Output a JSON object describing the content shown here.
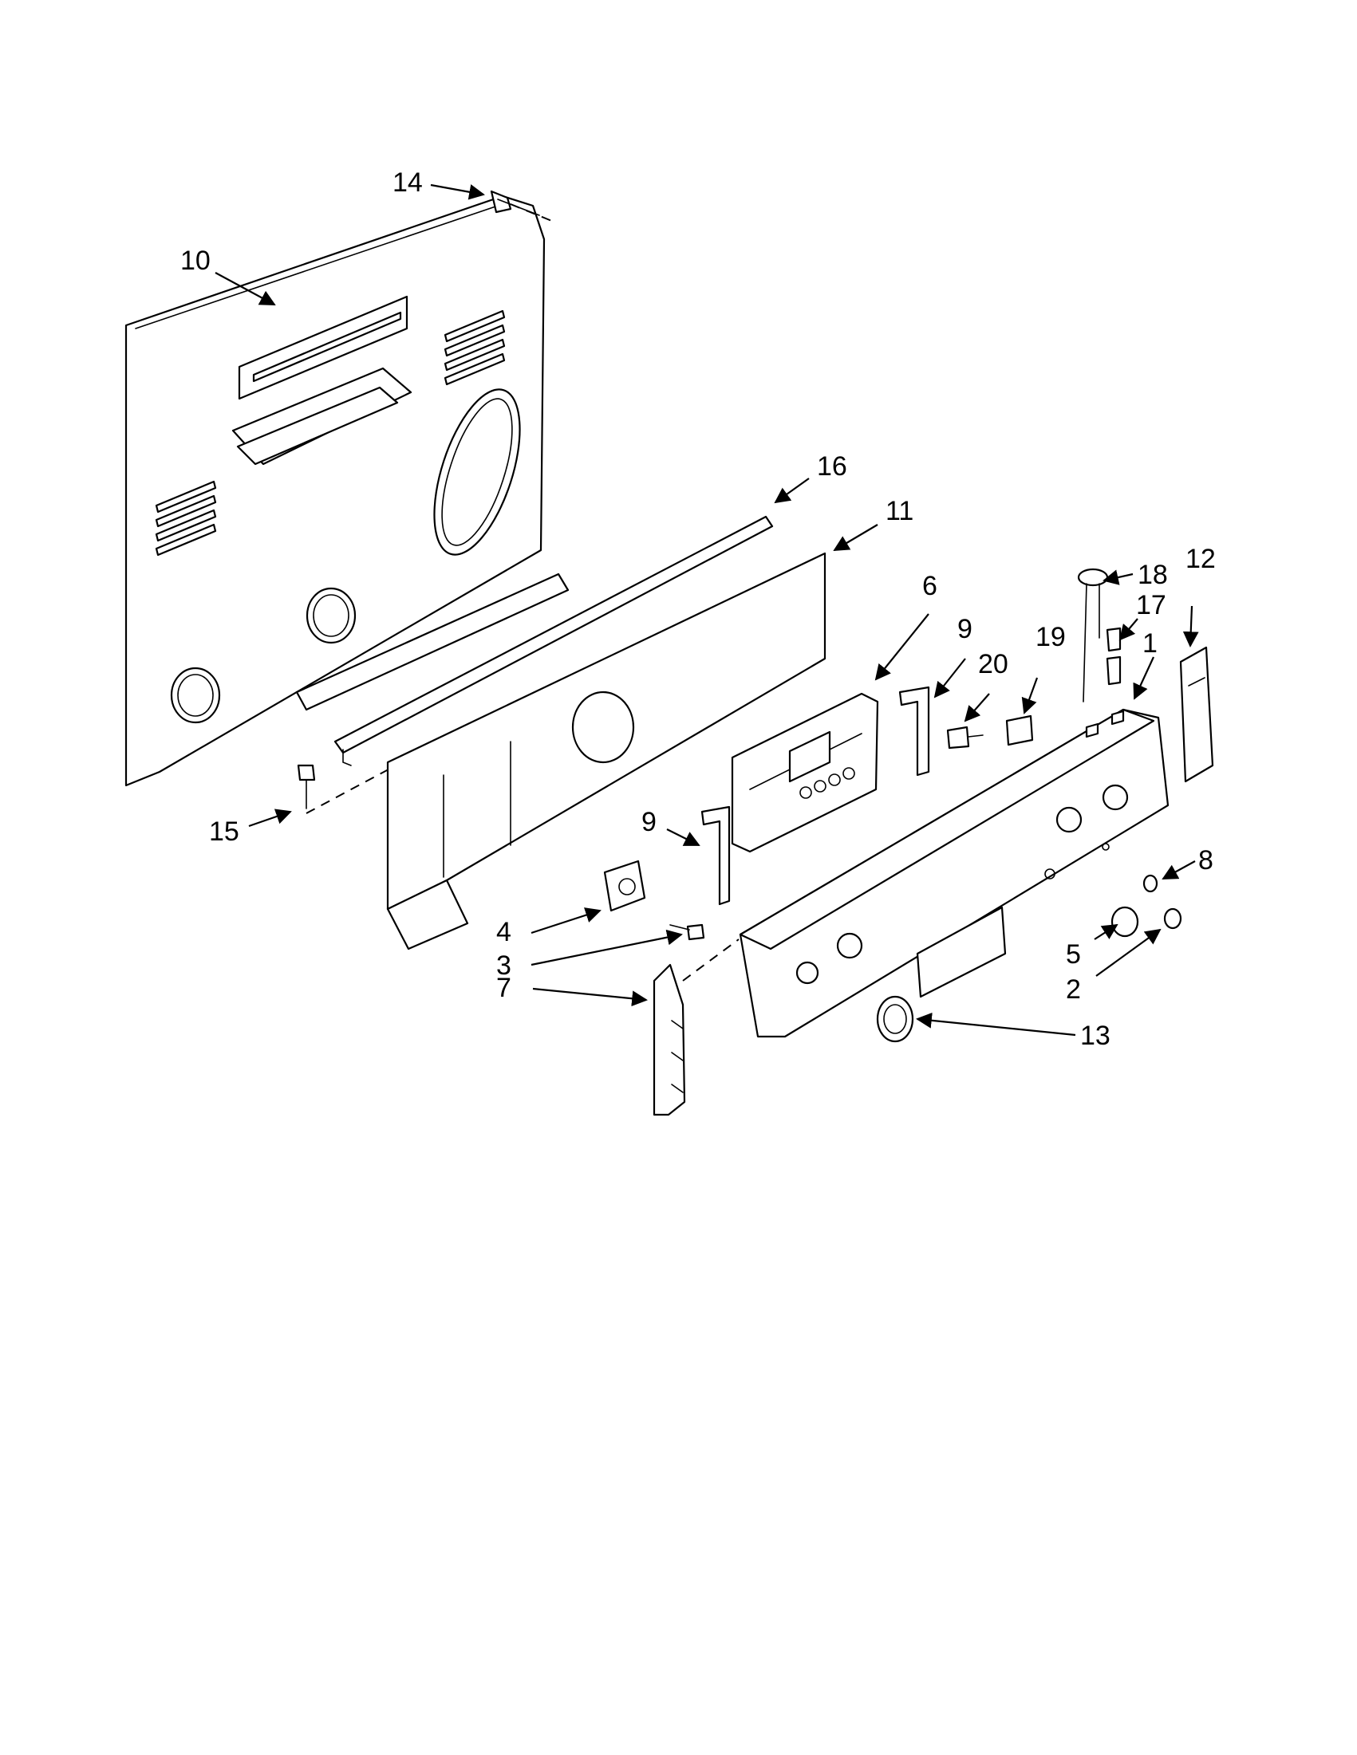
{
  "diagram": {
    "callouts": [
      {
        "id": "14",
        "label": "14"
      },
      {
        "id": "10",
        "label": "10"
      },
      {
        "id": "16",
        "label": "16"
      },
      {
        "id": "11",
        "label": "11"
      },
      {
        "id": "6",
        "label": "6"
      },
      {
        "id": "9a",
        "label": "9"
      },
      {
        "id": "20",
        "label": "20"
      },
      {
        "id": "19",
        "label": "19"
      },
      {
        "id": "18",
        "label": "18"
      },
      {
        "id": "17",
        "label": "17"
      },
      {
        "id": "12",
        "label": "12"
      },
      {
        "id": "1",
        "label": "1"
      },
      {
        "id": "15",
        "label": "15"
      },
      {
        "id": "9b",
        "label": "9"
      },
      {
        "id": "4",
        "label": "4"
      },
      {
        "id": "3",
        "label": "3"
      },
      {
        "id": "8",
        "label": "8"
      },
      {
        "id": "5",
        "label": "5"
      },
      {
        "id": "2",
        "label": "2"
      },
      {
        "id": "7",
        "label": "7"
      },
      {
        "id": "13",
        "label": "13"
      }
    ]
  }
}
